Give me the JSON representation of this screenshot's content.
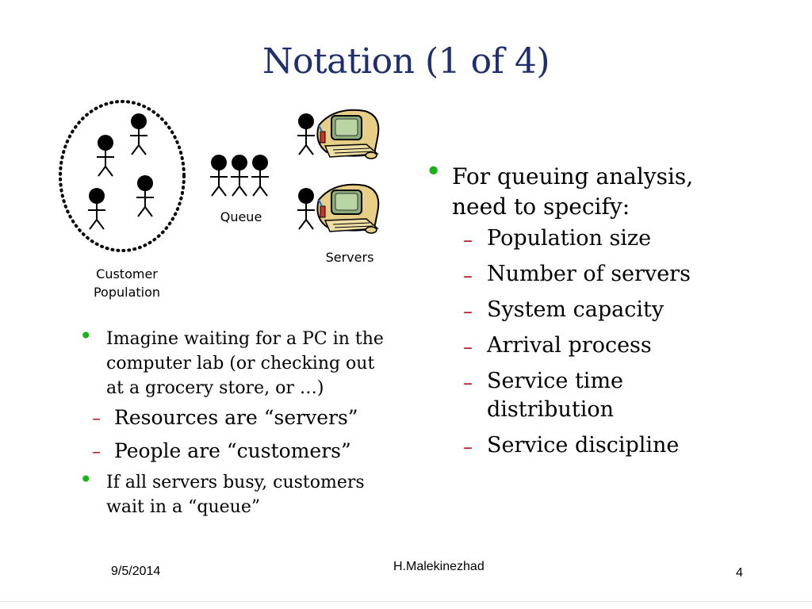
{
  "slide": {
    "title": "Notation (1 of 4)"
  },
  "diagram": {
    "queue_label": "Queue",
    "servers_label": "Servers",
    "population_label_line1": "Customer",
    "population_label_line2": "Population"
  },
  "left_bullets": {
    "b1_line1": "Imagine waiting for a PC in the",
    "b1_line2": "computer lab (or checking out",
    "b1_line3": "at a grocery store, or …)",
    "sub1": "Resources are “servers”",
    "sub2": "People are “customers”",
    "b2_line1": "If all servers busy, customers",
    "b2_line2": "wait in a “queue”"
  },
  "right_bullets": {
    "b1_line1": "For queuing analysis,",
    "b1_line2": "need to specify:",
    "items": [
      "Population size",
      "Number of servers",
      "System capacity",
      "Arrival process",
      "Service time",
      "distribution",
      "Service discipline"
    ]
  },
  "footer": {
    "date": "9/5/2014",
    "author": "H.Malekinezhad",
    "page": "4"
  },
  "colors": {
    "title": "#1f2f6e",
    "bullet": "#17b317",
    "dash": "#c0141c"
  },
  "icons": [
    "stick-figure-icon",
    "computer-monitor-icon"
  ]
}
